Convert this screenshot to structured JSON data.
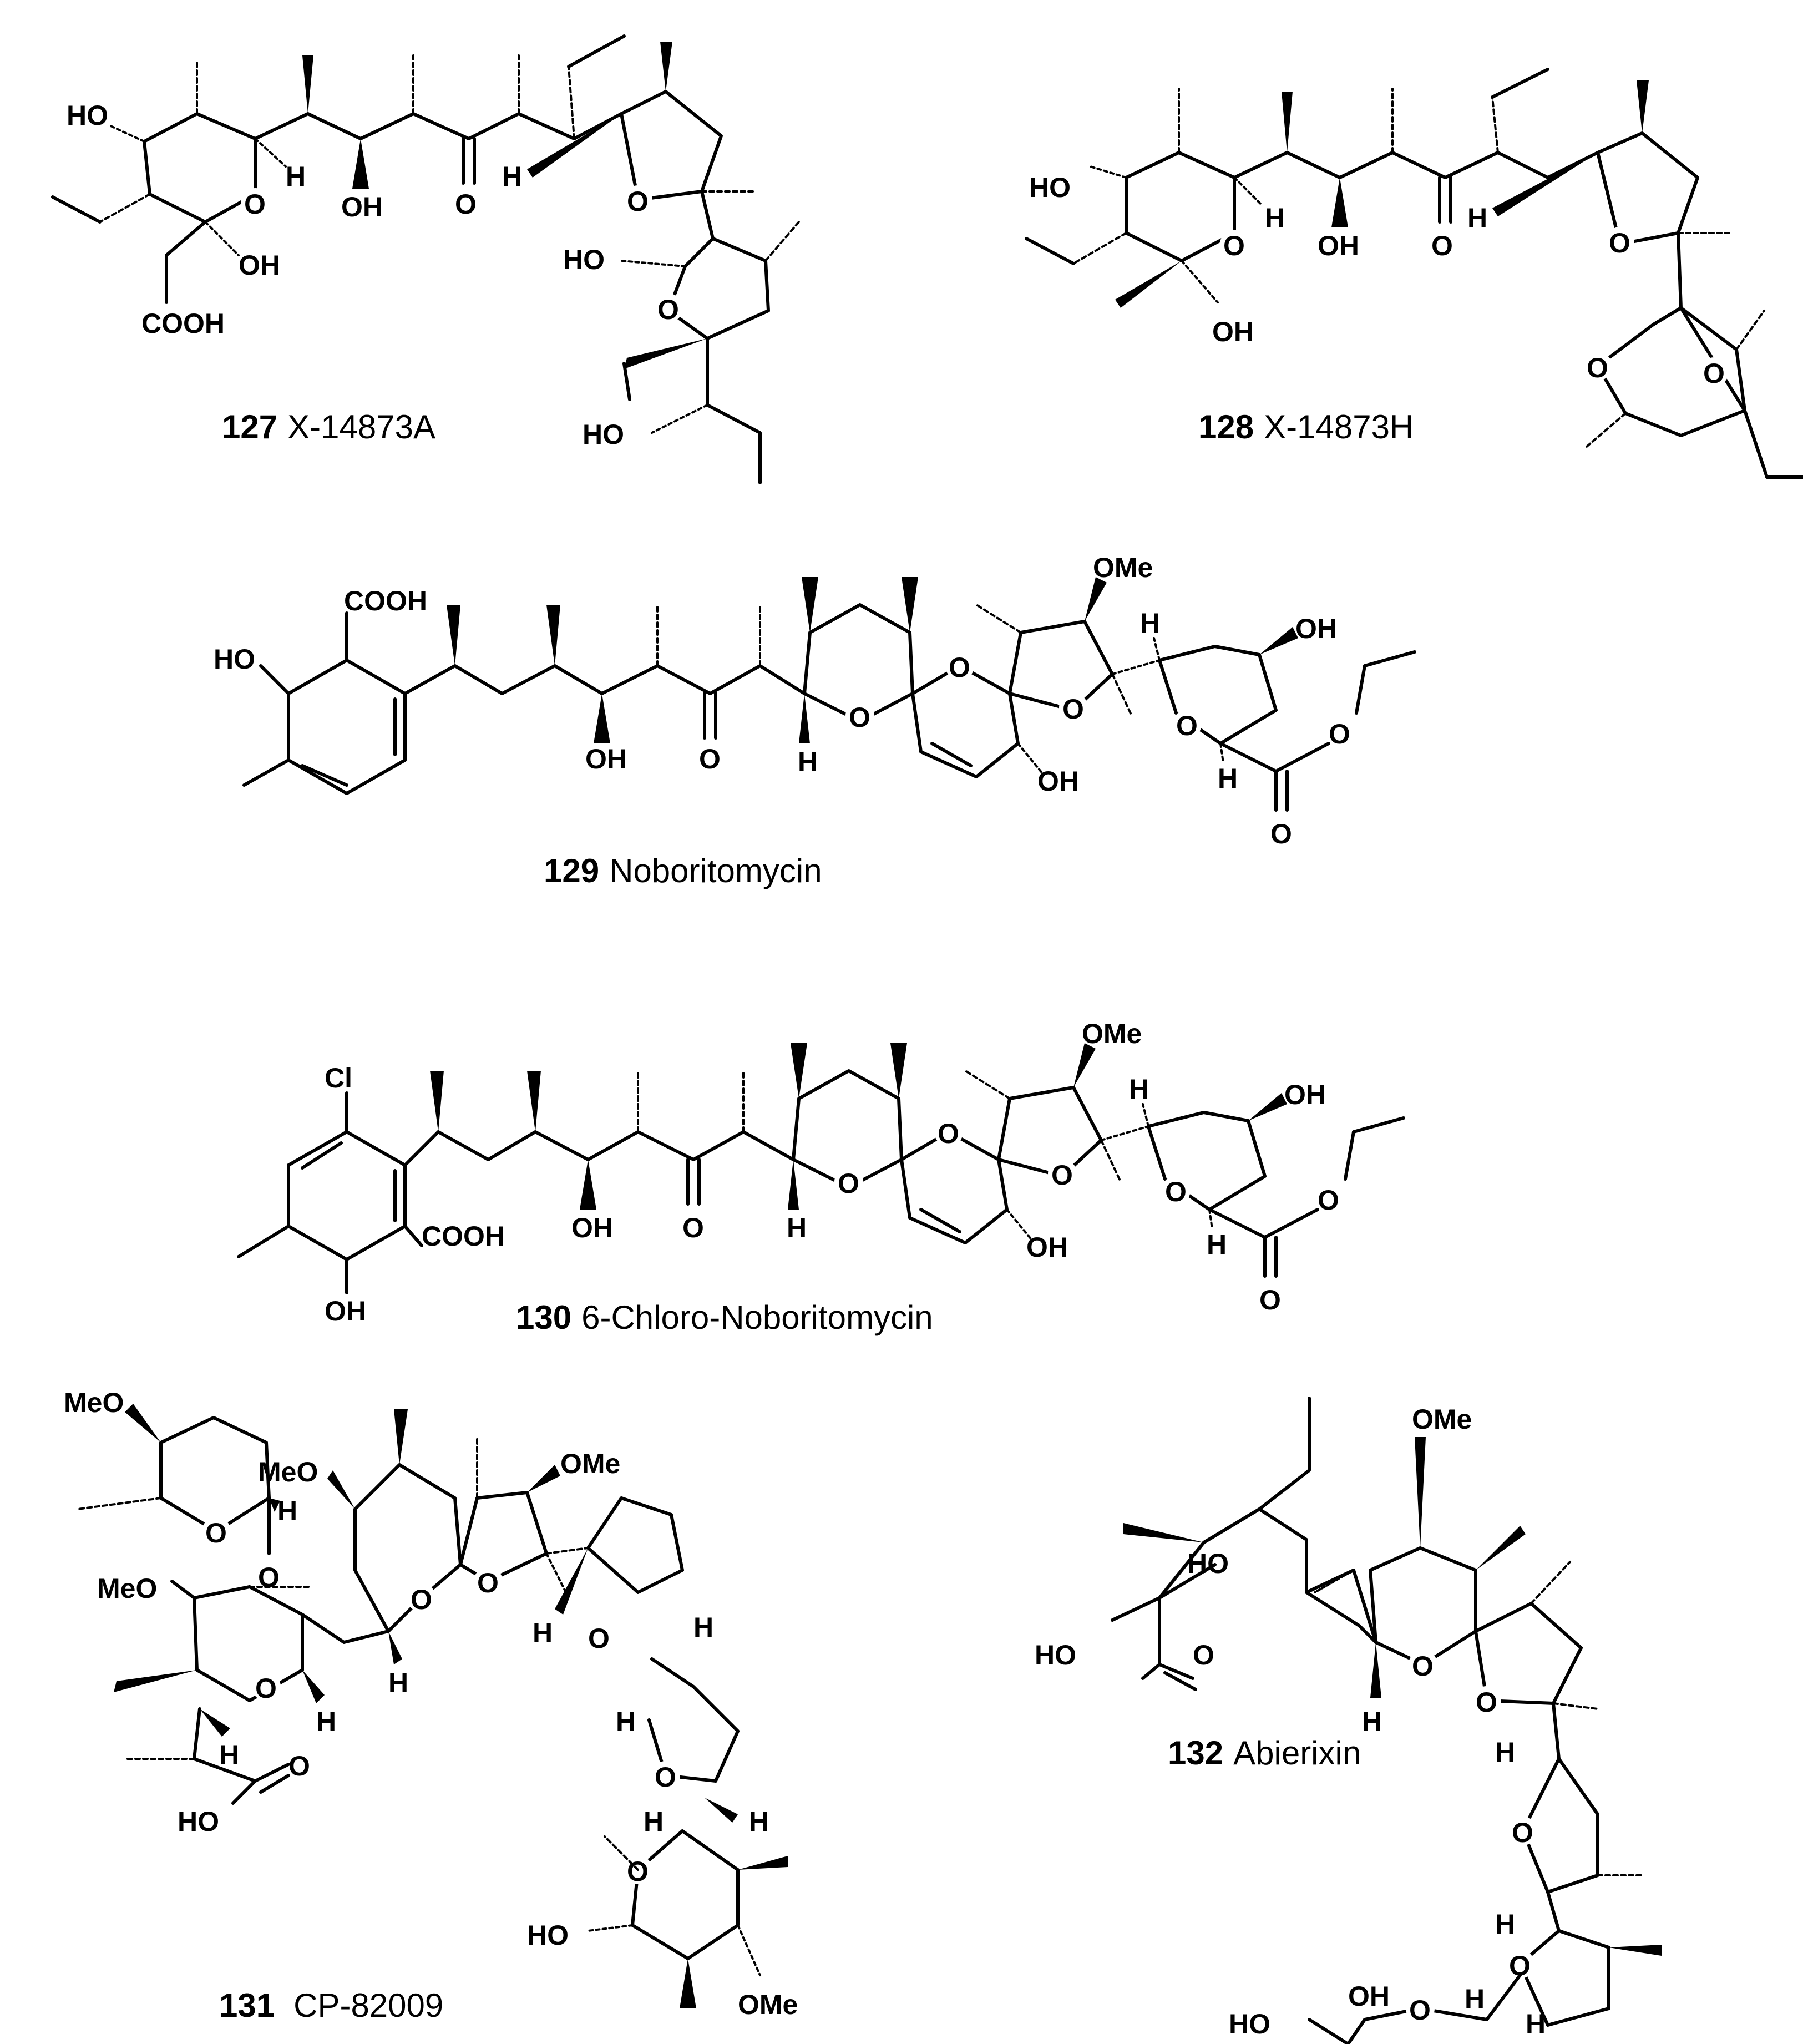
{
  "compounds": [
    {
      "number": "127",
      "name": "X-14873A"
    },
    {
      "number": "128",
      "name": "X-14873H"
    },
    {
      "number": "129",
      "name": "Noboritomycin"
    },
    {
      "number": "130",
      "name": "6-Chloro-Noboritomycin"
    },
    {
      "number": "131",
      "name": "CP-82009"
    },
    {
      "number": "132",
      "name": "Abierixin"
    }
  ],
  "atoms": {
    "HO": "HO",
    "OH": "OH",
    "O": "O",
    "H": "H",
    "COOH": "COOH",
    "OMe": "OMe",
    "MeO": "MeO",
    "Cl": "Cl"
  }
}
